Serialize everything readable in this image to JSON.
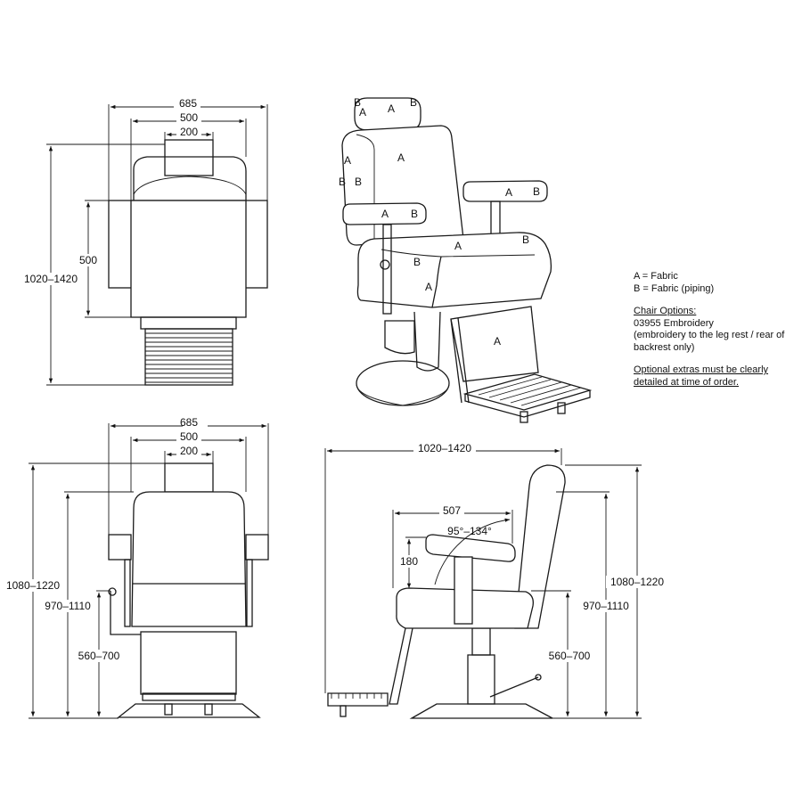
{
  "dimensions": {
    "top_view": {
      "width": "685",
      "seat_width": "500",
      "headrest_width": "200",
      "length": "1020–1420",
      "seat_depth": "500"
    },
    "front_view": {
      "width": "685",
      "seat_width": "500",
      "headrest_width": "200",
      "overall_height": "1080–1220",
      "back_height": "970–1110",
      "seat_height": "560–700"
    },
    "side_view": {
      "length": "1020–1420",
      "seat_depth": "507",
      "recline_angle": "95°–134°",
      "armrest_height": "180",
      "overall_height": "1080–1220",
      "back_height": "970–1110",
      "seat_height": "560–700"
    }
  },
  "material_labels": {
    "fabric": "A",
    "piping": "B"
  },
  "legend": {
    "key_a": "A = Fabric",
    "key_b": "B = Fabric (piping)",
    "options_title": "Chair Options:",
    "option_1": "03955 Embroidery",
    "option_1_note": "(embroidery to the leg rest / rear of backrest only)",
    "note": "Optional extras must be clearly detailed at time of order."
  }
}
